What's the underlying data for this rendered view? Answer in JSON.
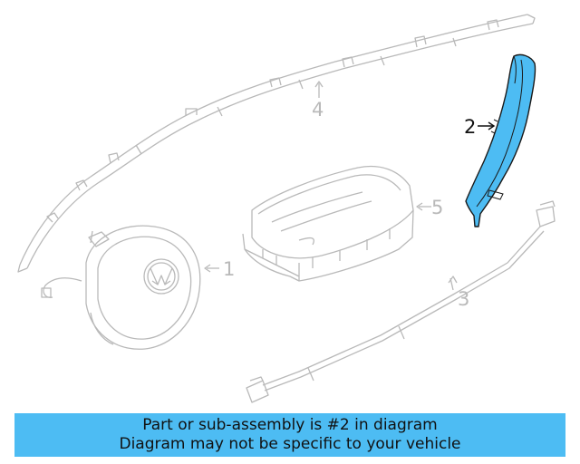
{
  "callouts": {
    "c1": "1",
    "c2": "2",
    "c3": "3",
    "c4": "4",
    "c5": "5"
  },
  "banner": {
    "line1": "Part or sub-assembly is #2 in diagram",
    "line2": "Diagram may not be specific to your vehicle"
  },
  "colors": {
    "highlight": "#4dbcf3",
    "faded_line": "#b9b9b9",
    "active_line": "#111111"
  }
}
